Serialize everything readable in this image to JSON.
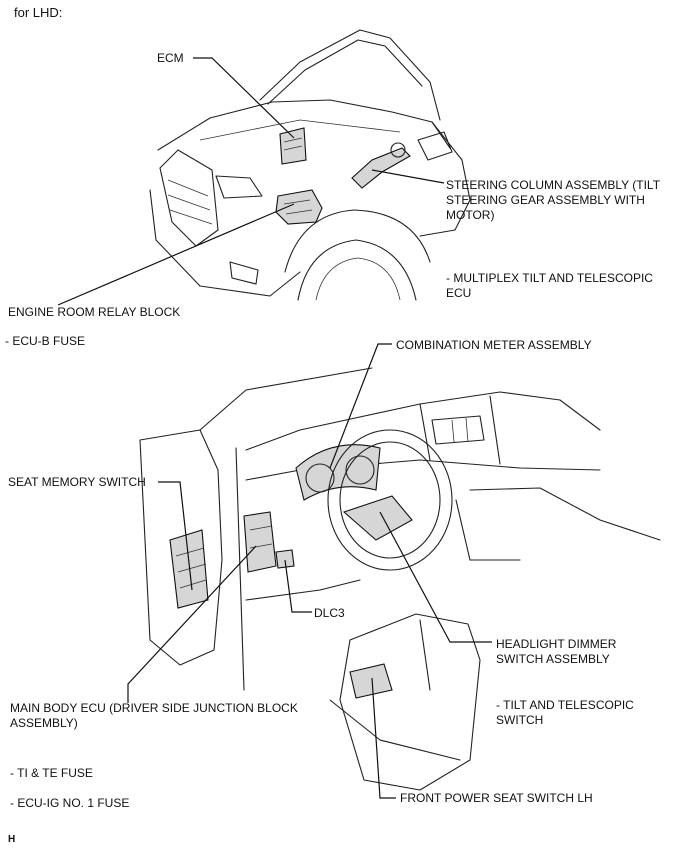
{
  "header": {
    "title": "for LHD:"
  },
  "labels": {
    "ecm": "ECM",
    "steering_column": "STEERING COLUMN ASSEMBLY (TILT\nSTEERING GEAR ASSEMBLY WITH\nMOTOR)",
    "multiplex_tilt": "- MULTIPLEX TILT AND TELESCOPIC\nECU",
    "engine_room_relay": "ENGINE ROOM RELAY BLOCK",
    "ecu_b_fuse": "- ECU-B FUSE",
    "combination_meter": "COMBINATION METER ASSEMBLY",
    "seat_memory_switch": "SEAT MEMORY SWITCH",
    "dlc3": "DLC3",
    "headlight_dimmer": "HEADLIGHT DIMMER\nSWITCH ASSEMBLY",
    "main_body_ecu": "MAIN BODY ECU (DRIVER SIDE JUNCTION BLOCK\nASSEMBLY)",
    "tilt_telescopic_switch": "- TILT AND TELESCOPIC\nSWITCH",
    "ti_te_fuse": "- TI & TE FUSE",
    "ecu_ig_fuse": "- ECU-IG NO. 1 FUSE",
    "front_power_seat": "FRONT POWER SEAT SWITCH LH",
    "corner_mark": "H"
  }
}
